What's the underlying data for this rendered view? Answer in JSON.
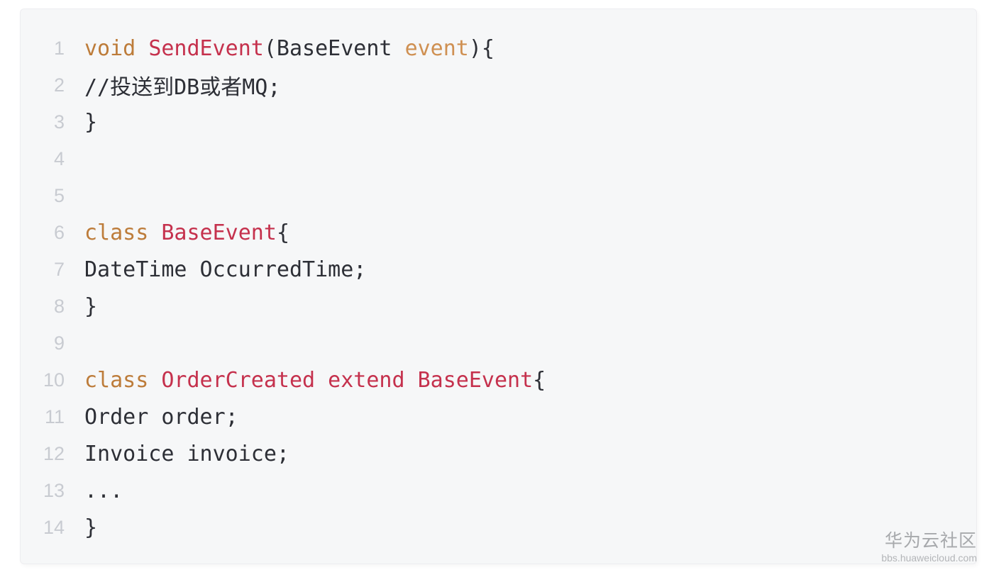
{
  "colors": {
    "page_bg": "#ffffff",
    "panel_bg": "#f6f7f8",
    "panel_border": "#ededf0",
    "code_default": "#2d2f36",
    "keyword": "#bd7c3a",
    "name_red": "#c5314d",
    "param_orange": "#cf9052",
    "line_number": "#c8cbd1",
    "watermark_title": "#a7a9ac",
    "watermark_subtitle": "#b3b5b8"
  },
  "code_panel": {
    "lines": [
      {
        "number": "1",
        "tokens": [
          {
            "type": "keyword",
            "text": "void "
          },
          {
            "type": "name",
            "text": "SendEvent"
          },
          {
            "type": "plain",
            "text": "(BaseEvent "
          },
          {
            "type": "param",
            "text": "event"
          },
          {
            "type": "plain",
            "text": "){"
          }
        ]
      },
      {
        "number": "2",
        "tokens": [
          {
            "type": "plain",
            "text": "//投送到DB或者MQ;"
          }
        ]
      },
      {
        "number": "3",
        "tokens": [
          {
            "type": "plain",
            "text": "}"
          }
        ]
      },
      {
        "number": "4",
        "tokens": []
      },
      {
        "number": "5",
        "tokens": []
      },
      {
        "number": "6",
        "tokens": [
          {
            "type": "keyword",
            "text": "class "
          },
          {
            "type": "name",
            "text": "BaseEvent"
          },
          {
            "type": "plain",
            "text": "{"
          }
        ]
      },
      {
        "number": "7",
        "tokens": [
          {
            "type": "plain",
            "text": "DateTime OccurredTime;"
          }
        ]
      },
      {
        "number": "8",
        "tokens": [
          {
            "type": "plain",
            "text": "}"
          }
        ]
      },
      {
        "number": "9",
        "tokens": []
      },
      {
        "number": "10",
        "tokens": [
          {
            "type": "keyword",
            "text": "class "
          },
          {
            "type": "name",
            "text": "OrderCreated extend BaseEvent"
          },
          {
            "type": "plain",
            "text": "{"
          }
        ]
      },
      {
        "number": "11",
        "tokens": [
          {
            "type": "plain",
            "text": "Order order;"
          }
        ]
      },
      {
        "number": "12",
        "tokens": [
          {
            "type": "plain",
            "text": "Invoice invoice;"
          }
        ]
      },
      {
        "number": "13",
        "tokens": [
          {
            "type": "plain",
            "text": "..."
          }
        ]
      },
      {
        "number": "14",
        "tokens": [
          {
            "type": "plain",
            "text": "}"
          }
        ]
      }
    ]
  },
  "watermark": {
    "title": "华为云社区",
    "subtitle": "bbs.huaweicloud.com"
  }
}
